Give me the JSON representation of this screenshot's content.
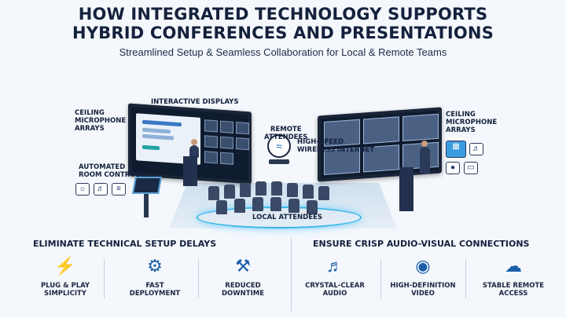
{
  "header": {
    "title_line1": "HOW INTEGRATED TECHNOLOGY SUPPORTS",
    "title_line2": "HYBRID CONFERENCES AND PRESENTATIONS",
    "subtitle": "Streamlined Setup & Seamless Collaboration for Local & Remote Teams"
  },
  "callouts": {
    "internet_1": "HIGH-SPEED",
    "internet_2": "WIRELESS INTERNET",
    "interactive_displays": "INTERACTIVE DISPLAYS",
    "ceiling_left_1": "CEILING",
    "ceiling_left_2": "MICROPHONE",
    "ceiling_left_3": "ARRAYS",
    "ceiling_right_1": "CEILING",
    "ceiling_right_2": "MICROPHONE",
    "ceiling_right_3": "ARRAYS",
    "remote_1": "REMOTE",
    "remote_2": "ATTENDEES",
    "room_1": "AUTOMATED",
    "room_2": "ROOM CONTROLS",
    "local": "LOCAL ATTENDEES"
  },
  "sections": {
    "left_title": "ELIMINATE TECHNICAL SETUP DELAYS",
    "right_title": "ENSURE CRISP AUDIO-VISUAL CONNECTIONS"
  },
  "features": [
    {
      "icon": "plug-icon",
      "line1": "PLUG & PLAY",
      "line2": "SIMPLICITY"
    },
    {
      "icon": "gear-stopwatch-icon",
      "line1": "FAST",
      "line2": "DEPLOYMENT"
    },
    {
      "icon": "toolbox-icon",
      "line1": "REDUCED",
      "line2": "DOWNTIME"
    },
    {
      "icon": "speaker-icon",
      "line1": "CRYSTAL-CLEAR",
      "line2": "AUDIO"
    },
    {
      "icon": "camera-icon",
      "line1": "HIGH-DEFINITION",
      "line2": "VIDEO"
    },
    {
      "icon": "cloud-network-icon",
      "line1": "STABLE REMOTE",
      "line2": "ACCESS"
    }
  ],
  "colors": {
    "accent": "#1c5fa8",
    "glow": "#39b6e8",
    "text": "#14213d"
  }
}
